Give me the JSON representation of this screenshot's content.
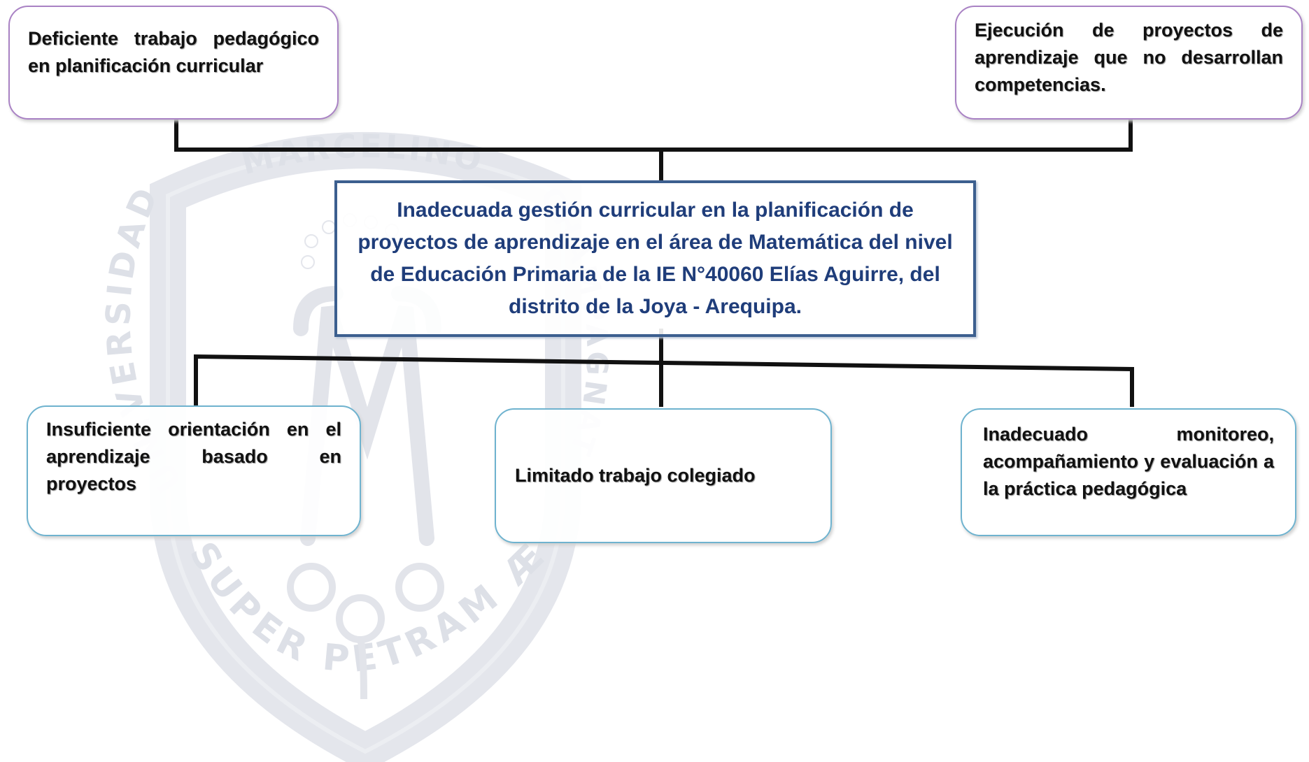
{
  "problem": {
    "text": "Inadecuada  gestión curricular en la planificación de proyectos de aprendizaje en el área de Matemática del nivel de Educación Primaria de la IE N°40060 Elías Aguirre, del distrito de la Joya - Arequipa."
  },
  "effects": [
    {
      "text": "Deficiente trabajo pedagógico en planificación curricular"
    },
    {
      "text": "Ejecución de proyectos de aprendizaje que no desarrollan competencias."
    }
  ],
  "causes": [
    {
      "text": "Insuficiente orientación en el aprendizaje basado en proyectos"
    },
    {
      "text": "Limitado trabajo colegiado"
    },
    {
      "text": "Inadecuado monitoreo, acompañamiento y evaluación a la práctica pedagógica"
    }
  ],
  "watermark": {
    "top_text": "MARCELINO",
    "left_text": "UNIVERSIDAD",
    "right_text": "CHAMPAGNAT",
    "bottom_text": "SUPER PETRAM ÆDIFICABO"
  },
  "colors": {
    "effect_border": "#a982c4",
    "cause_border": "#6fb3cf",
    "problem_border": "#3c5f8f",
    "problem_text": "#1f3d7a",
    "connector": "#111111",
    "watermark": "#dde0e7"
  }
}
